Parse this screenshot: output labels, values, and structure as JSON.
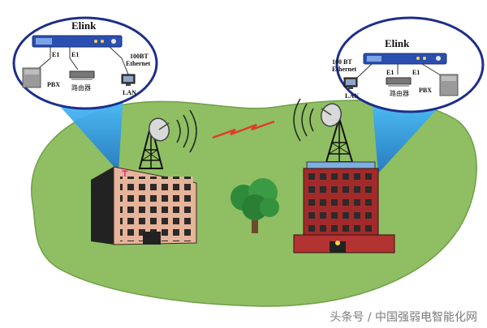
{
  "left_bubble": {
    "title": "Elink",
    "port_e1_a": "E1",
    "port_e1_b": "E1",
    "ethernet_label": "100BT Ethernet",
    "ethernet_line1": "100BT",
    "ethernet_line2": "Ethernet",
    "pbx_label": "PBX",
    "router_label": "路由器",
    "lan_label": "LAN"
  },
  "right_bubble": {
    "title": "Elink",
    "port_e1_a": "E1",
    "port_e1_b": "E1",
    "ethernet_label": "100 BT Ethernet",
    "ethernet_line1": "100 BT",
    "ethernet_line2": "Ethernet",
    "pbx_label": "PBX",
    "router_label": "路由器",
    "lan_label": "LAN"
  },
  "watermark": "头条号 / 中国强弱电智能化网",
  "colors": {
    "ground": "#8fbf62",
    "bubble_border": "#1d2e8a",
    "beam": "#3aa8e6",
    "left_building": "#e6b49a",
    "right_building": "#a32a2a",
    "signal": "#e03a2a"
  }
}
